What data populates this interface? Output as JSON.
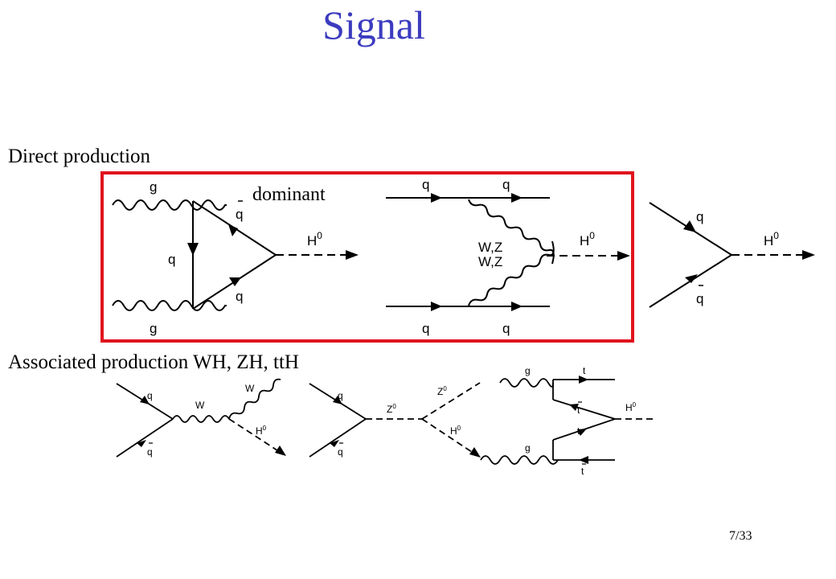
{
  "title": "Signal",
  "sections": {
    "direct": "Direct production",
    "associated": "Associated production WH, ZH, ttH"
  },
  "annotations": {
    "dominant": "dominant"
  },
  "labels": {
    "g": "g",
    "q": "q",
    "qbar": "q",
    "H": "H",
    "H_sup": "0",
    "WZ": "W,Z",
    "W": "W",
    "Z": "Z",
    "Z_sup": "0",
    "t": "t",
    "tbar": "t"
  },
  "highlight_color": "#e0141e",
  "title_color": "#3b3bbf",
  "page_number": "7/33"
}
